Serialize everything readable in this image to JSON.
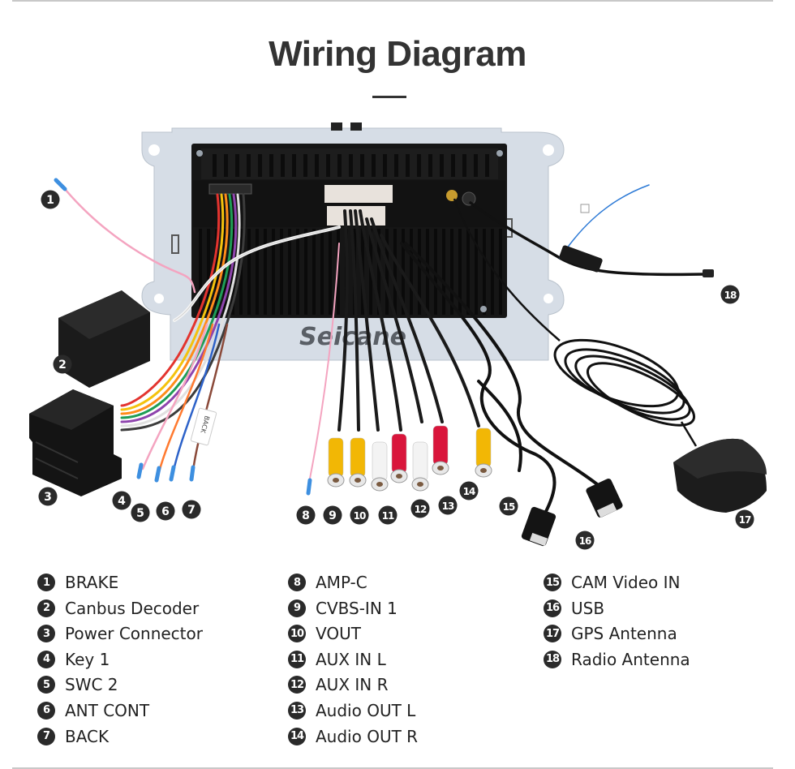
{
  "header": {
    "title": "Wiring Diagram"
  },
  "watermark": "Seicane",
  "colors": {
    "title": "#333333",
    "badge": "#2a2a2a",
    "bracket": "#d6dde6",
    "unit_body": "#161616",
    "rca_yellow": "#f2b705",
    "rca_red": "#d9153b",
    "rca_white": "#f3f3f3",
    "wire_tip": "#3d8fe0"
  },
  "callouts": [
    {
      "num": "1",
      "label": "BRAKE"
    },
    {
      "num": "2",
      "label": "Canbus Decoder"
    },
    {
      "num": "3",
      "label": "Power Connector"
    },
    {
      "num": "4",
      "label": "Key 1"
    },
    {
      "num": "5",
      "label": "SWC 2"
    },
    {
      "num": "6",
      "label": "ANT CONT"
    },
    {
      "num": "7",
      "label": "BACK"
    },
    {
      "num": "8",
      "label": "AMP-C"
    },
    {
      "num": "9",
      "label": "CVBS-IN 1"
    },
    {
      "num": "10",
      "label": "VOUT"
    },
    {
      "num": "11",
      "label": "AUX IN L"
    },
    {
      "num": "12",
      "label": "AUX IN R"
    },
    {
      "num": "13",
      "label": "Audio OUT L"
    },
    {
      "num": "14",
      "label": "Audio OUT R"
    },
    {
      "num": "15",
      "label": "CAM Video IN"
    },
    {
      "num": "16",
      "label": "USB"
    },
    {
      "num": "17",
      "label": "GPS Antenna"
    },
    {
      "num": "18",
      "label": "Radio Antenna"
    }
  ],
  "wire_tags": {
    "back": "BACK"
  },
  "legend": {
    "columns": [
      [
        0,
        1,
        2,
        3,
        4,
        5,
        6
      ],
      [
        7,
        8,
        9,
        10,
        11,
        12,
        13
      ],
      [
        14,
        15,
        16,
        17
      ]
    ]
  }
}
